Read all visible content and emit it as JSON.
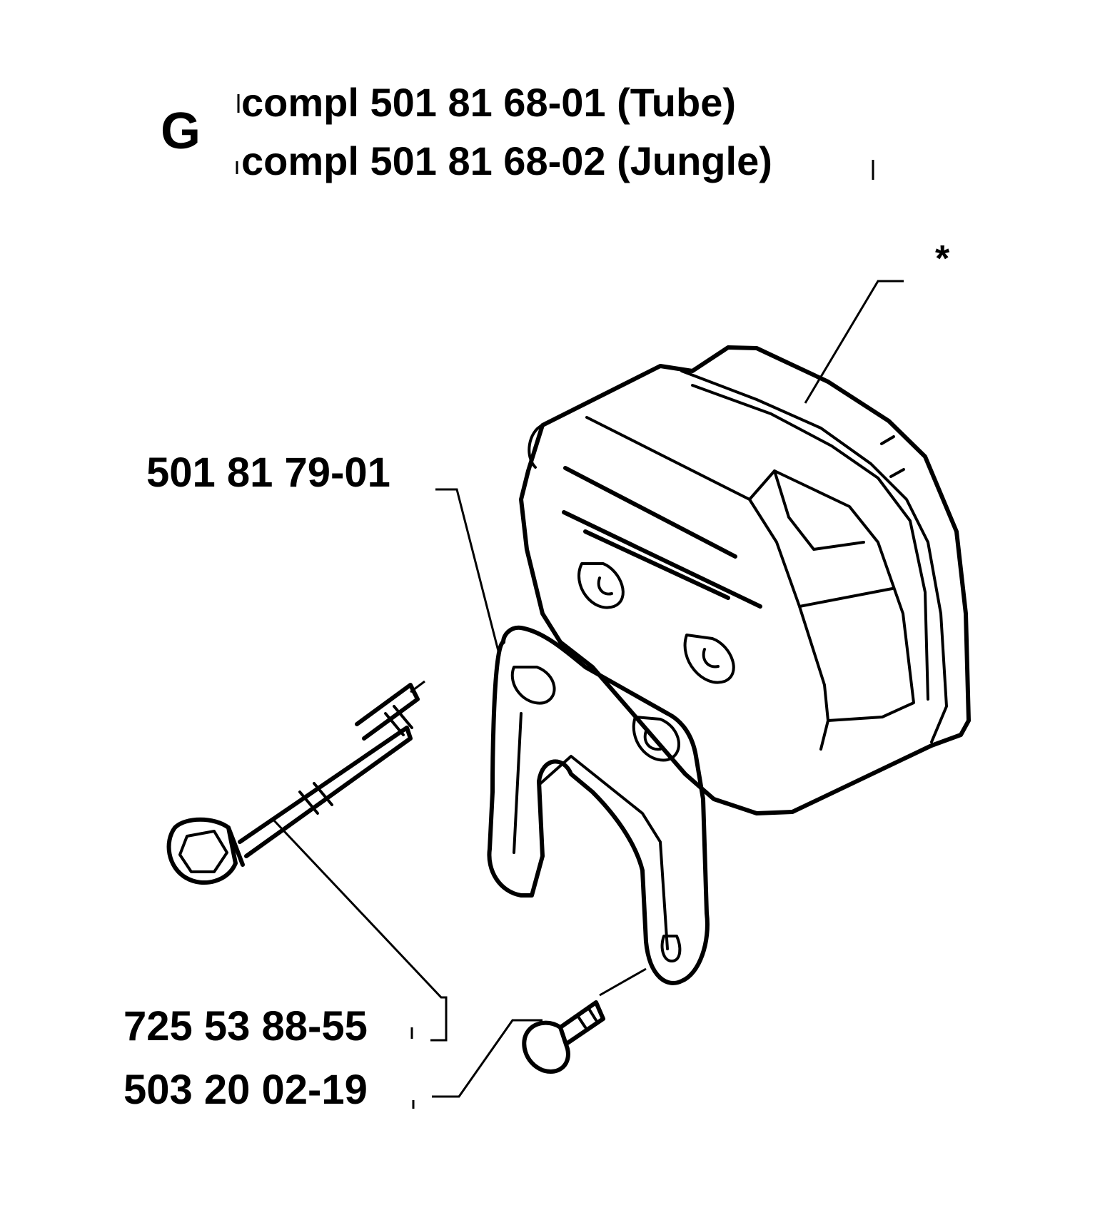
{
  "section": {
    "letter": "G"
  },
  "assembly_lines": [
    {
      "text": "compl 501 81 68-01 (Tube)"
    },
    {
      "text": "compl 501 81 68-02 (Jungle)"
    }
  ],
  "callouts": {
    "muffler": {
      "text": "*"
    },
    "bracket": {
      "text": "501 81 79-01"
    },
    "long_bolt": {
      "text": "725 53 88-55"
    },
    "short_screw": {
      "text": "503 20 02-19"
    }
  },
  "colors": {
    "ink": "#000000",
    "paper": "#ffffff"
  }
}
